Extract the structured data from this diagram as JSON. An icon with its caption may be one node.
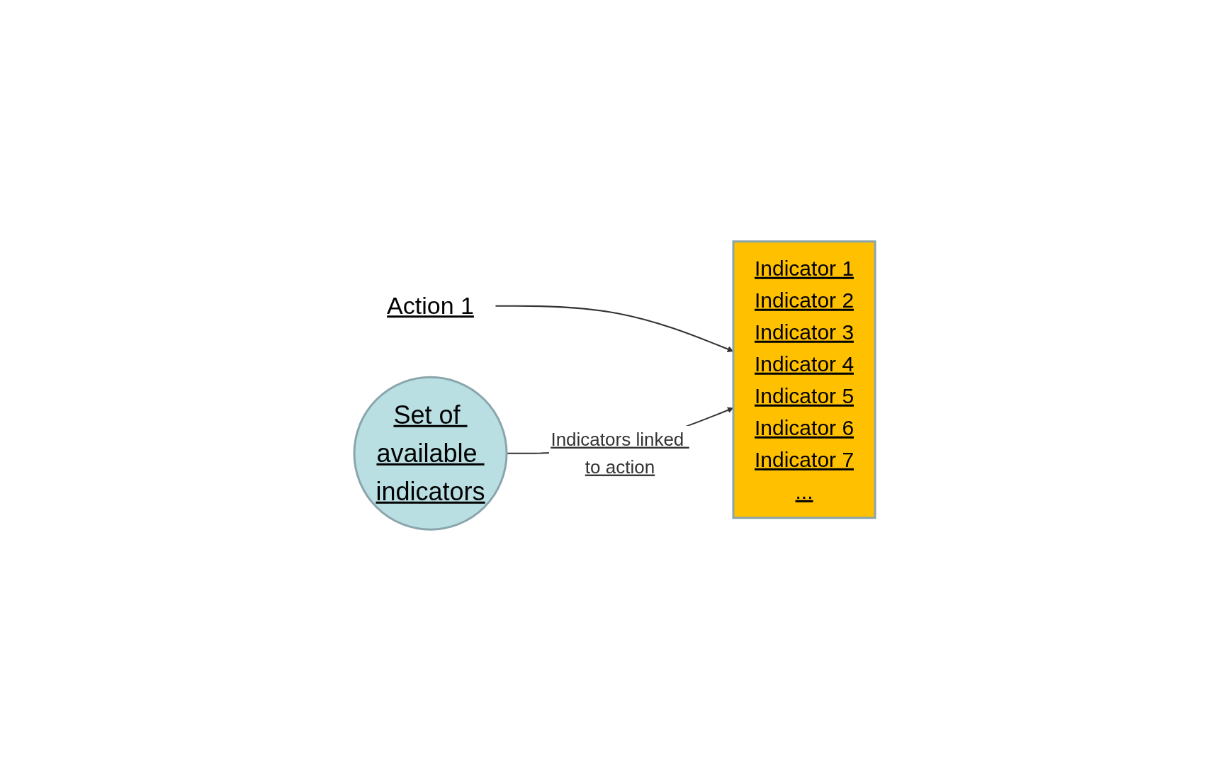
{
  "diagram": {
    "nodes": [
      {
        "text": [
          "Action 1"
        ]
      },
      {
        "text": [
          "Indicator 1",
          "Indicator 2",
          "Indicator 3",
          "Indicator 4",
          "Indicator 5",
          "Indicator 6",
          "Indicator 7",
          "..."
        ]
      },
      {
        "text": [
          "Set of available indicators"
        ]
      }
    ],
    "edges": [
      {
        "from": 0,
        "to": 1,
        "arrow": "to"
      },
      {
        "from": 2,
        "to": 1,
        "arrow": "to",
        "label": "Indicators linked to action"
      }
    ]
  }
}
